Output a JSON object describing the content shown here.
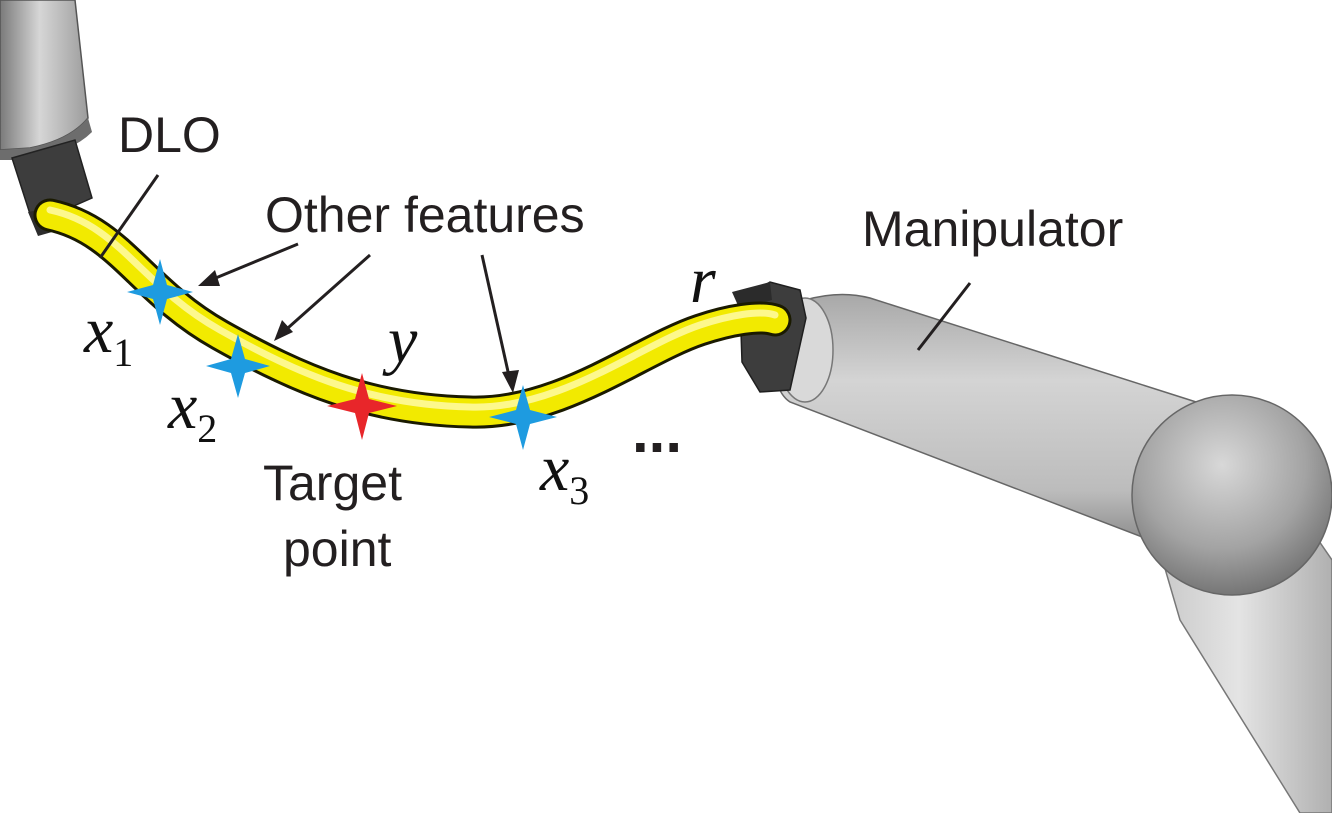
{
  "labels": {
    "dlo": "DLO",
    "other_features": "Other features",
    "manipulator": "Manipulator",
    "target_point_line1": "Target",
    "target_point_line2": "point",
    "ellipsis": "..."
  },
  "variables": {
    "r": "r",
    "y": "y",
    "x1_base": "x",
    "x1_sub": "1",
    "x2_base": "x",
    "x2_sub": "2",
    "x3_base": "x",
    "x3_sub": "3"
  },
  "colors": {
    "dlo_fill": "#f2ea00",
    "dlo_edge": "#1a1a00",
    "feature_star": "#1e9be0",
    "target_star": "#e8262a",
    "robot_gray": "#bdbdbd",
    "gripper_dark": "#3d3d3d",
    "text": "#231f20"
  }
}
